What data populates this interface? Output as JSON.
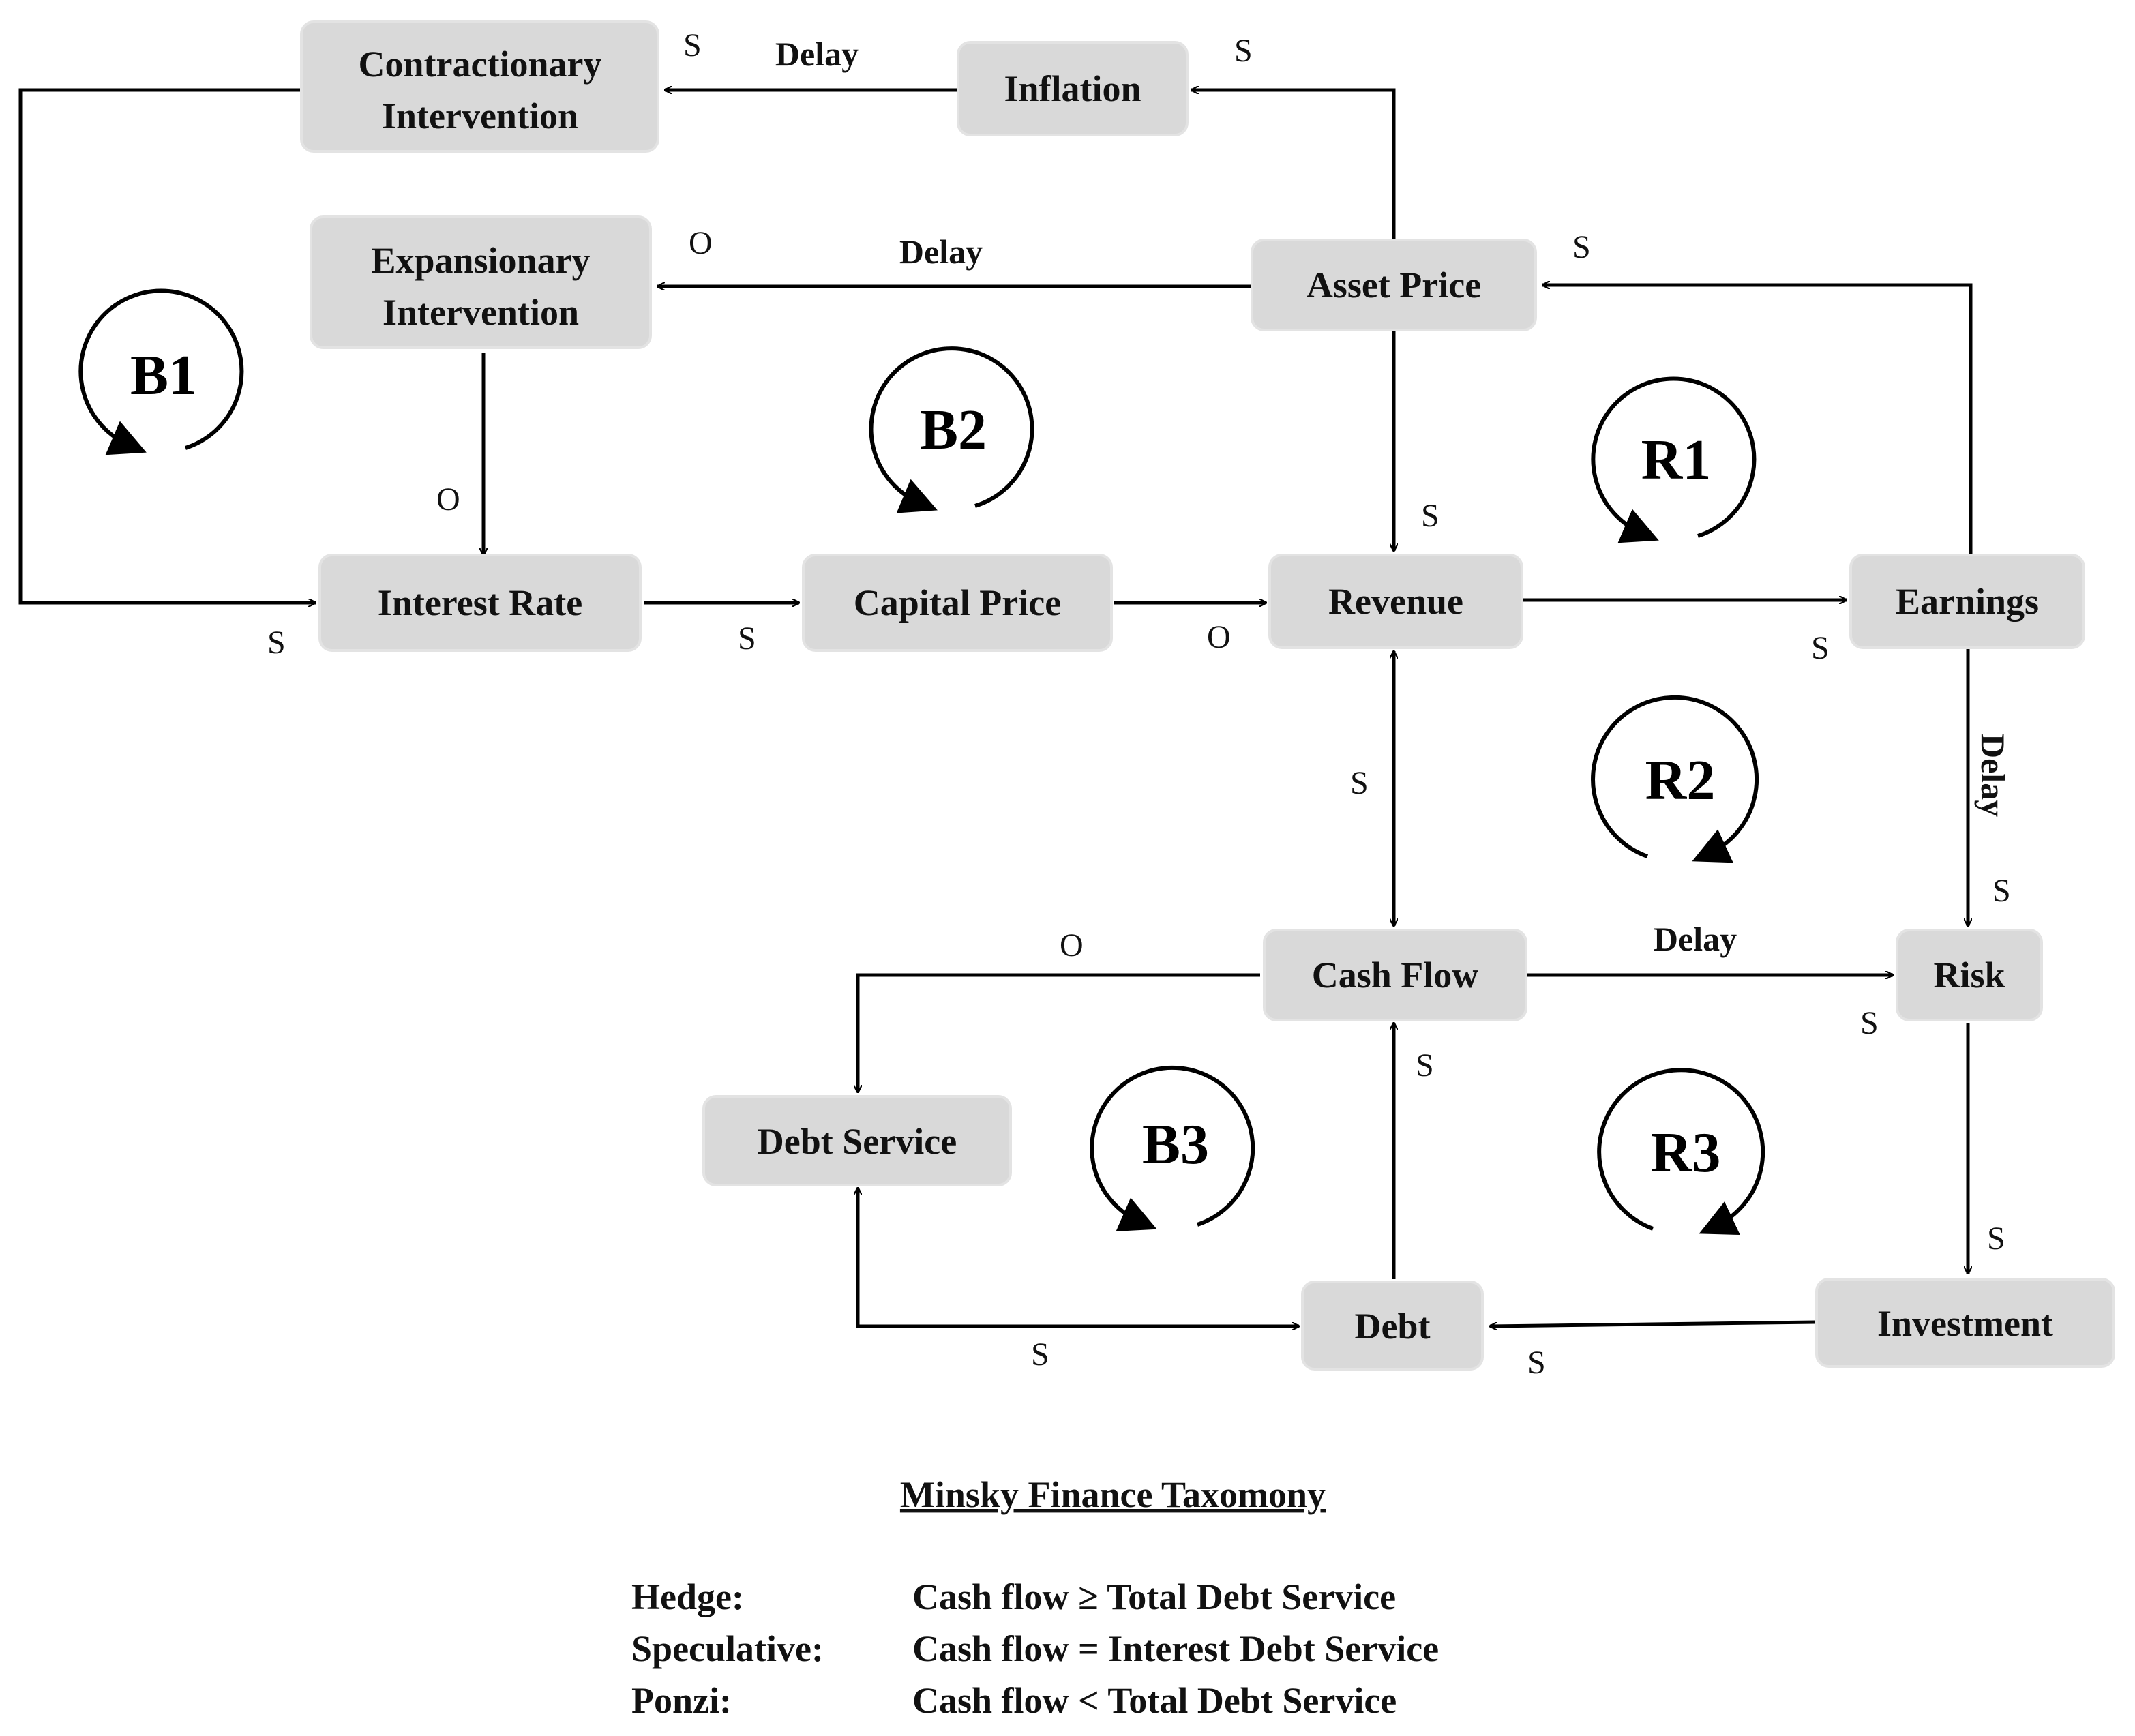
{
  "nodes": {
    "contractionary": [
      "Contractionary",
      "Intervention"
    ],
    "inflation": [
      "Inflation"
    ],
    "expansionary": [
      "Expansionary",
      "Intervention"
    ],
    "asset_price": [
      "Asset Price"
    ],
    "interest_rate": [
      "Interest Rate"
    ],
    "capital_price": [
      "Capital Price"
    ],
    "revenue": [
      "Revenue"
    ],
    "earnings": [
      "Earnings"
    ],
    "cash_flow": [
      "Cash Flow"
    ],
    "risk": [
      "Risk"
    ],
    "debt_service": [
      "Debt Service"
    ],
    "debt": [
      "Debt"
    ],
    "investment": [
      "Investment"
    ]
  },
  "links": [
    {
      "from": "inflation",
      "to": "contractionary",
      "polarity": "S",
      "delay": "Delay"
    },
    {
      "from": "asset_price",
      "to": "inflation",
      "polarity": "S",
      "delay": ""
    },
    {
      "from": "asset_price",
      "to": "expansionary",
      "polarity": "O",
      "delay": "Delay"
    },
    {
      "from": "contractionary",
      "to": "interest_rate",
      "polarity": "S",
      "delay": ""
    },
    {
      "from": "expansionary",
      "to": "interest_rate",
      "polarity": "O",
      "delay": ""
    },
    {
      "from": "interest_rate",
      "to": "capital_price",
      "polarity": "S",
      "delay": ""
    },
    {
      "from": "capital_price",
      "to": "revenue",
      "polarity": "O",
      "delay": ""
    },
    {
      "from": "asset_price",
      "to": "revenue",
      "polarity": "S",
      "delay": ""
    },
    {
      "from": "revenue",
      "to": "earnings",
      "polarity": "S",
      "delay": ""
    },
    {
      "from": "earnings",
      "to": "asset_price",
      "polarity": "S",
      "delay": ""
    },
    {
      "from": "revenue",
      "to": "cash_flow",
      "polarity": "S",
      "delay": "",
      "bidirectional": true
    },
    {
      "from": "earnings",
      "to": "risk",
      "polarity": "S",
      "delay": "Delay"
    },
    {
      "from": "cash_flow",
      "to": "risk",
      "polarity": "S",
      "delay": "Delay"
    },
    {
      "from": "cash_flow",
      "to": "debt_service",
      "polarity": "O",
      "delay": ""
    },
    {
      "from": "debt",
      "to": "cash_flow",
      "polarity": "S",
      "delay": ""
    },
    {
      "from": "debt_service",
      "to": "debt",
      "polarity": "S",
      "delay": "",
      "bidirectional": true
    },
    {
      "from": "risk",
      "to": "investment",
      "polarity": "S",
      "delay": ""
    },
    {
      "from": "investment",
      "to": "debt",
      "polarity": "S",
      "delay": ""
    }
  ],
  "loops": {
    "b1": "B1",
    "b2": "B2",
    "r1": "R1",
    "r2": "R2",
    "b3": "B3",
    "r3": "R3"
  },
  "legend": {
    "title": "Minsky Finance Taxomony",
    "rows": [
      {
        "term": "Hedge:",
        "definition": "Cash flow ≥ Total Debt Service"
      },
      {
        "term": "Speculative:",
        "definition": "Cash flow = Interest Debt Service"
      },
      {
        "term": "Ponzi:",
        "definition": "Cash flow < Total Debt Service"
      }
    ]
  }
}
